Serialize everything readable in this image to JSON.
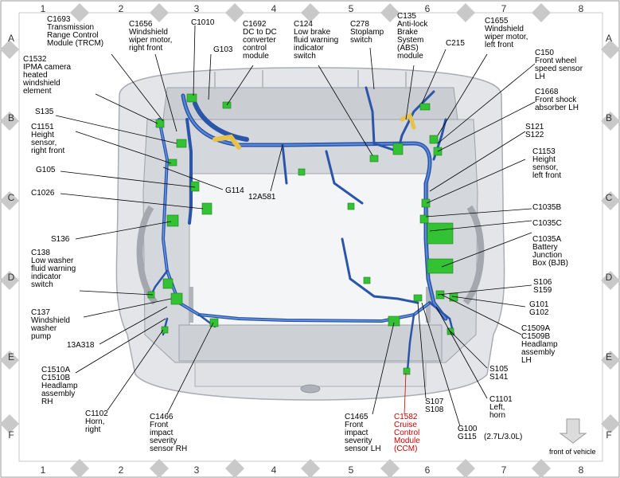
{
  "grid": {
    "columns": [
      "1",
      "2",
      "3",
      "4",
      "5",
      "6",
      "7",
      "8"
    ],
    "rows": [
      "A",
      "B",
      "C",
      "D",
      "E",
      "F"
    ]
  },
  "labels": {
    "c1693": "C1693\nTransmission\nRange Control\nModule (TRCM)",
    "c1656": "C1656\nWindshield\nwiper motor,\nright front",
    "c1010": "C1010",
    "g103": "G103",
    "c1692": "C1692\nDC to DC\nconverter\ncontrol\nmodule",
    "c124": "C124\nLow brake\nfluid warning\nindicator\nswitch",
    "c278": "C278\nStoplamp\nswitch",
    "c135": "C135\nAnti-lock\nBrake\nSystem\n(ABS)\nmodule",
    "c215": "C215",
    "c1655": "C1655\nWindshield\nwiper motor,\nleft front",
    "c1532": "C1532\nIPMA camera\nheated\nwindshield\nelement",
    "c150": "C150\nFront wheel\nspeed sensor\nLH",
    "c1668": "C1668\nFront shock\nabsorber LH",
    "s135": "S135",
    "c1151": "C1151\nHeight\nsensor,\nright front",
    "s121": "S121\nS122",
    "c1153": "C1153\nHeight\nsensor,\nleft front",
    "g105": "G105",
    "g114": "G114",
    "c1026": "C1026",
    "a581": "12A581",
    "c1035": "C1035B\n\nC1035C\n\nC1035A\nBattery\nJunction\nBox (BJB)",
    "s136": "S136",
    "c138": "C138\nLow washer\nfluid warning\nindicator\nswitch",
    "s106": "S106\nS159",
    "g101": "G101\nG102",
    "c137": "C137\nWindshield\nwasher\npump",
    "c1509": "C1509A\nC1509B\nHeadlamp\nassembly\nLH",
    "a318": "13A318",
    "s105": "S105\nS141",
    "c1510": "C1510A\nC1510B\nHeadlamp\nassembly\nRH",
    "c1101": "C1101\nLeft,\nhorn",
    "c1102": "C1102\nHorn,\nright",
    "c1466": "C1466\nFront\nimpact\nseverity\nsensor RH",
    "c1465": "C1465\nFront\nimpact\nseverity\nsensor LH",
    "s107": "S107\nS108",
    "c1582": "C1582\nCruise\nControl\nModule\n(CCM)",
    "g100": "G100\nG115",
    "engine": "(2.7L/3.0L)",
    "front": "front of vehicle"
  },
  "colors": {
    "harness": "#2a55a8",
    "harness_light": "#5a8ad8",
    "connector": "#33c233",
    "accent_red": "#cc0000",
    "body_gray": "#cfd2d6"
  }
}
